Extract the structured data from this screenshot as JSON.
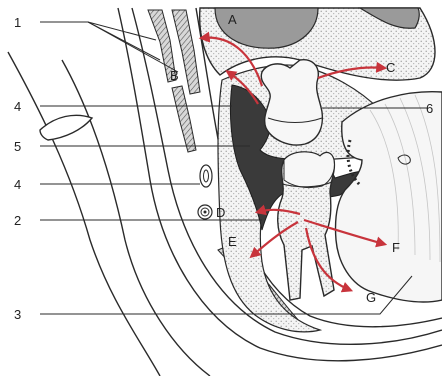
{
  "diagram": {
    "left_labels": [
      "1",
      "4",
      "5",
      "4",
      "2",
      "3"
    ],
    "inner_labels": [
      "B",
      "D"
    ],
    "arrow_labels": [
      "A",
      "C",
      "E",
      "F",
      "G"
    ],
    "right_label": "6",
    "colors": {
      "arrow": "#c8343c",
      "bone_fill": "#f3f3f3",
      "dark_fill": "#3a3a3a",
      "outline": "#2a2a2a"
    }
  }
}
